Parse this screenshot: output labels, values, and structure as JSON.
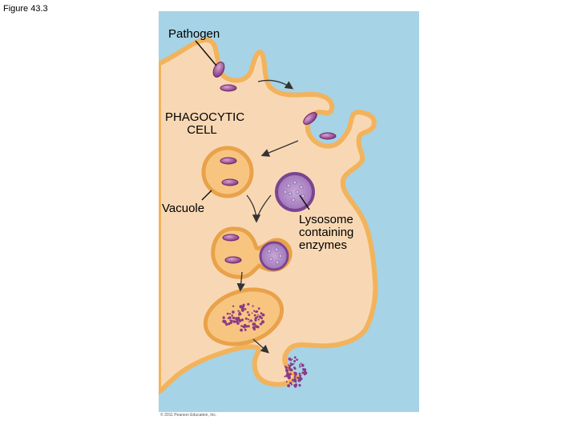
{
  "figure_label": "Figure 43.3",
  "labels": {
    "pathogen": "Pathogen",
    "phagocytic_cell": [
      "PHAGOCYTIC",
      "CELL"
    ],
    "vacuole": "Vacuole",
    "lysosome": [
      "Lysosome",
      "containing",
      "enzymes"
    ]
  },
  "copyright": "© 2011 Pearson Education, Inc.",
  "colors": {
    "background": "#a6d3e6",
    "cytoplasm": "#f8d8b4",
    "membrane": "#f2b35c",
    "pathogen": "#9a3f8f",
    "lysosome": "#8e5aa6",
    "arrow": "#333333"
  }
}
